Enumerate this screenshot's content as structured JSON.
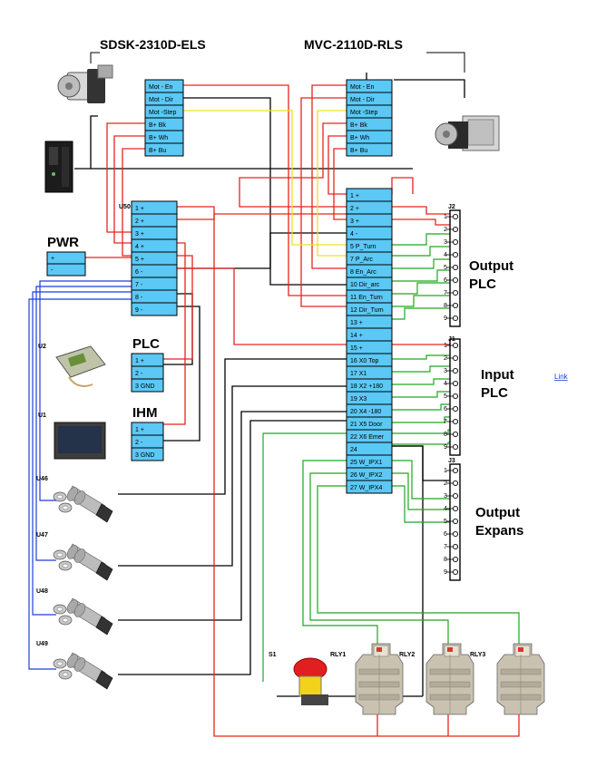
{
  "titles": {
    "driver1": "SDSK-2310D-ELS",
    "driver2": "MVC-2110D-RLS"
  },
  "sections": {
    "pwr": "PWR",
    "plc": "PLC",
    "ihm": "IHM",
    "output_plc": [
      "Output",
      "PLC"
    ],
    "input_plc": [
      "Input",
      "PLC"
    ],
    "output_expans": [
      "Output",
      "Expans"
    ]
  },
  "refs": {
    "u50": "U50",
    "u2": "U2",
    "u1": "U1",
    "u46": "U46",
    "u47": "U47",
    "u48": "U48",
    "u49": "U49",
    "s1": "S1",
    "rly1": "RLY1",
    "rly2": "RLY2",
    "rly3": "RLY3",
    "j1": "J1",
    "j2": "J2",
    "j3": "J3"
  },
  "link_text": "Link",
  "blocks": {
    "sdsk": [
      "Mot - En",
      "Mot - Dir",
      "Mot -Step",
      "B+ Bk",
      "B+ Wh",
      "B+ Bu"
    ],
    "mvc": [
      "Mot - En",
      "Mot - Dir",
      "Mot -Step",
      "B+ Bk",
      "B+ Wh",
      "B+ Bu"
    ],
    "pwr": [
      "+",
      "-"
    ],
    "u50": [
      "1 +",
      "2 +",
      "3 +",
      "4 +",
      "5 +",
      "6 -",
      "7 -",
      "8 -",
      "9 -"
    ],
    "plc": [
      "1 +",
      "2 -",
      "3 GND"
    ],
    "ihm": [
      "1 +",
      "2 -",
      "3 GND"
    ],
    "main": [
      "1 +",
      "2 +",
      "3 +",
      "4 -",
      "5 P_Turn",
      "7 P_Arc",
      "8 En_Arc",
      "10 Dir_arc",
      "11 En_Turn",
      "12 Dir_Turn",
      "13 +",
      "14 +",
      "15 +",
      "16 X0 Top",
      "17 X1",
      "18 X2 +180",
      "19 X3",
      "20 X4 -180",
      "21 X5 Door",
      "22 X6 Emer",
      "24",
      "25 W_IPX1",
      "26 W_IPX2",
      "27 W_IPX4"
    ]
  },
  "connectors": {
    "j2_pins": [
      "1",
      "2",
      "3",
      "4",
      "5",
      "6",
      "7",
      "8",
      "9"
    ],
    "j1_pins": [
      "1",
      "2",
      "3",
      "4",
      "5",
      "6",
      "7",
      "8",
      "9"
    ],
    "j3_pins": [
      "1",
      "2",
      "3",
      "4",
      "5",
      "6",
      "7",
      "8",
      "9"
    ]
  },
  "colors": {
    "block_fill": "#5bc8f5",
    "wire_red": "#e8241c",
    "wire_black": "#000000",
    "wire_green": "#1ea81e",
    "wire_blue": "#1f3fd6",
    "wire_yellow": "#f0e020"
  },
  "icons": [
    "stepper-motor-icon",
    "servo-motor-icon",
    "driver-unit-icon",
    "power-module-icon",
    "hmi-panel-icon",
    "proximity-sensor-icon",
    "emergency-stop-icon",
    "relay-icon"
  ]
}
